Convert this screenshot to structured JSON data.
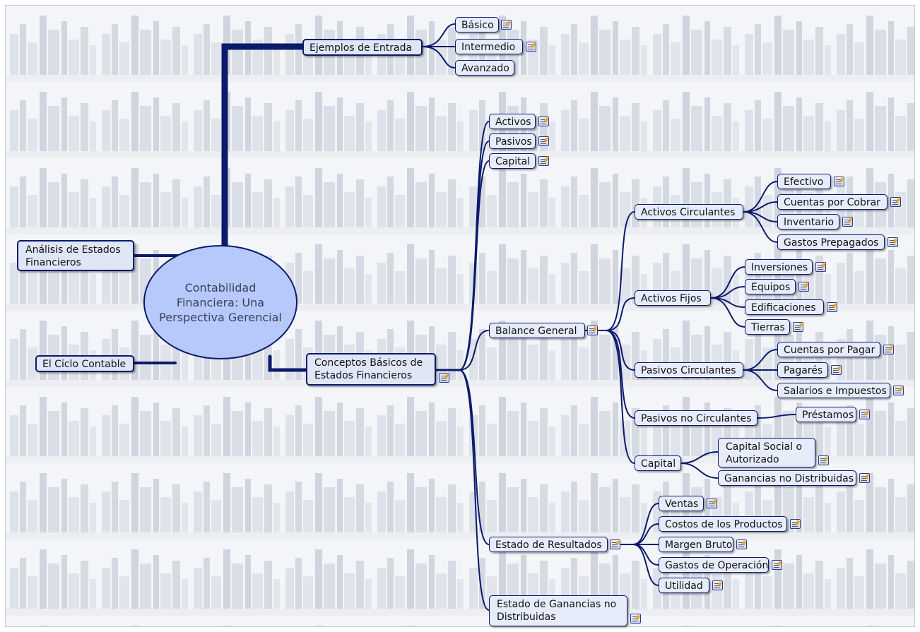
{
  "map": {
    "center_label": "Contabilidad Financiera: Una Perspectiva Gerencial",
    "left_topics": {
      "analisis": "Análisis de Estados Financieros",
      "ciclo": "El Ciclo Contable"
    },
    "ejemplos": {
      "label": "Ejemplos de Entrada",
      "basico": "Básico",
      "intermedio": "Intermedio",
      "avanzado": "Avanzado"
    },
    "conceptos": {
      "label": "Conceptos Básicos de Estados Financieros",
      "activos": "Activos",
      "pasivos": "Pasivos",
      "capital": "Capital",
      "balance": {
        "label": "Balance General",
        "activos_circulantes": {
          "label": "Activos Circulantes",
          "efectivo": "Efectivo",
          "cuentas_cobrar": "Cuentas por Cobrar",
          "inventario": "Inventario",
          "gastos_prepagados": "Gastos Prepagados"
        },
        "activos_fijos": {
          "label": "Activos Fijos",
          "inversiones": "Inversiones",
          "equipos": "Equipos",
          "edificaciones": "Edificaciones",
          "tierras": "Tierras"
        },
        "pasivos_circulantes": {
          "label": "Pasivos Circulantes",
          "cuentas_pagar": "Cuentas por Pagar",
          "pagares": "Pagarés",
          "salarios": "Salarios e Impuestos"
        },
        "pasivos_no_circulantes": {
          "label": "Pasivos no Circulantes",
          "prestamos": "Préstamos"
        },
        "capital": {
          "label": "Capital",
          "capital_social": "Capital Social o Autorizado",
          "ganancias": "Ganancias no Distribuidas"
        }
      },
      "resultados": {
        "label": "Estado de Resultados",
        "ventas": "Ventas",
        "costos": "Costos de los Productos",
        "margen": "Margen Bruto",
        "gastos_operacion": "Gastos de Operación",
        "utilidad": "Utilidad"
      },
      "ganancias_no_dist": "Estado de Ganancias no Distribuidas"
    }
  },
  "colors": {
    "line": "#0b1a6b",
    "node_fill": "#e7ecfa",
    "center_fill": "#b7c9fa",
    "background_tile": "#e6e9ef"
  },
  "icons": {
    "note": "note-icon"
  }
}
